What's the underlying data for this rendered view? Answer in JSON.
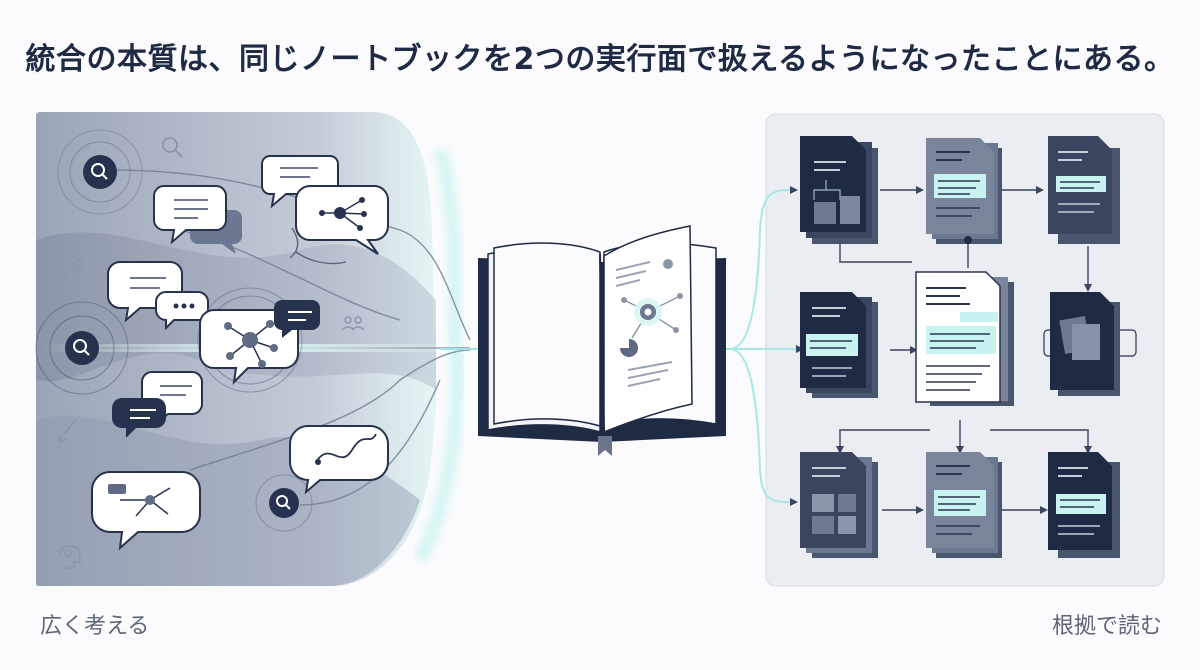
{
  "headline": "統合の本質は、同じノートブックを2つの実行面で扱えるようになったことにある。",
  "left_caption": "広く考える",
  "right_caption": "根拠で読む",
  "colors": {
    "navy": "#1f2a44",
    "slate": "#5b6478",
    "mist_panel": "#c7ceda",
    "aqua_glow": "#bff0ee",
    "highlight": "#c9f3f1",
    "doc_panel": "#eaedf2"
  },
  "icons": [
    "search-icon",
    "chat-bubble-icon",
    "network-icon",
    "magic-wand-icon",
    "paintbrush-icon",
    "people-icon",
    "brain-icon",
    "open-book-icon",
    "document-icon",
    "bookmark-icon"
  ]
}
